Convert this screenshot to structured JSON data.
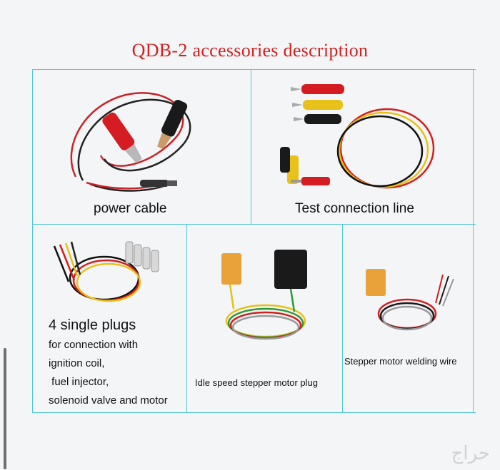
{
  "title": "QDB-2 accessories description",
  "colors": {
    "title": "#d21f1f",
    "grid": "#55c6d6",
    "background": "#f4f5f7"
  },
  "items": [
    {
      "caption": "power cable"
    },
    {
      "caption": "Test connection line"
    },
    {
      "caption_head": "4 single plugs",
      "caption_lines": [
        "for connection with",
        "ignition coil,",
        " fuel injector,",
        "solenoid valve and motor"
      ]
    },
    {
      "caption": "Idle speed stepper motor plug"
    },
    {
      "caption": "Stepper motor welding wire"
    }
  ],
  "watermark": "حراج"
}
